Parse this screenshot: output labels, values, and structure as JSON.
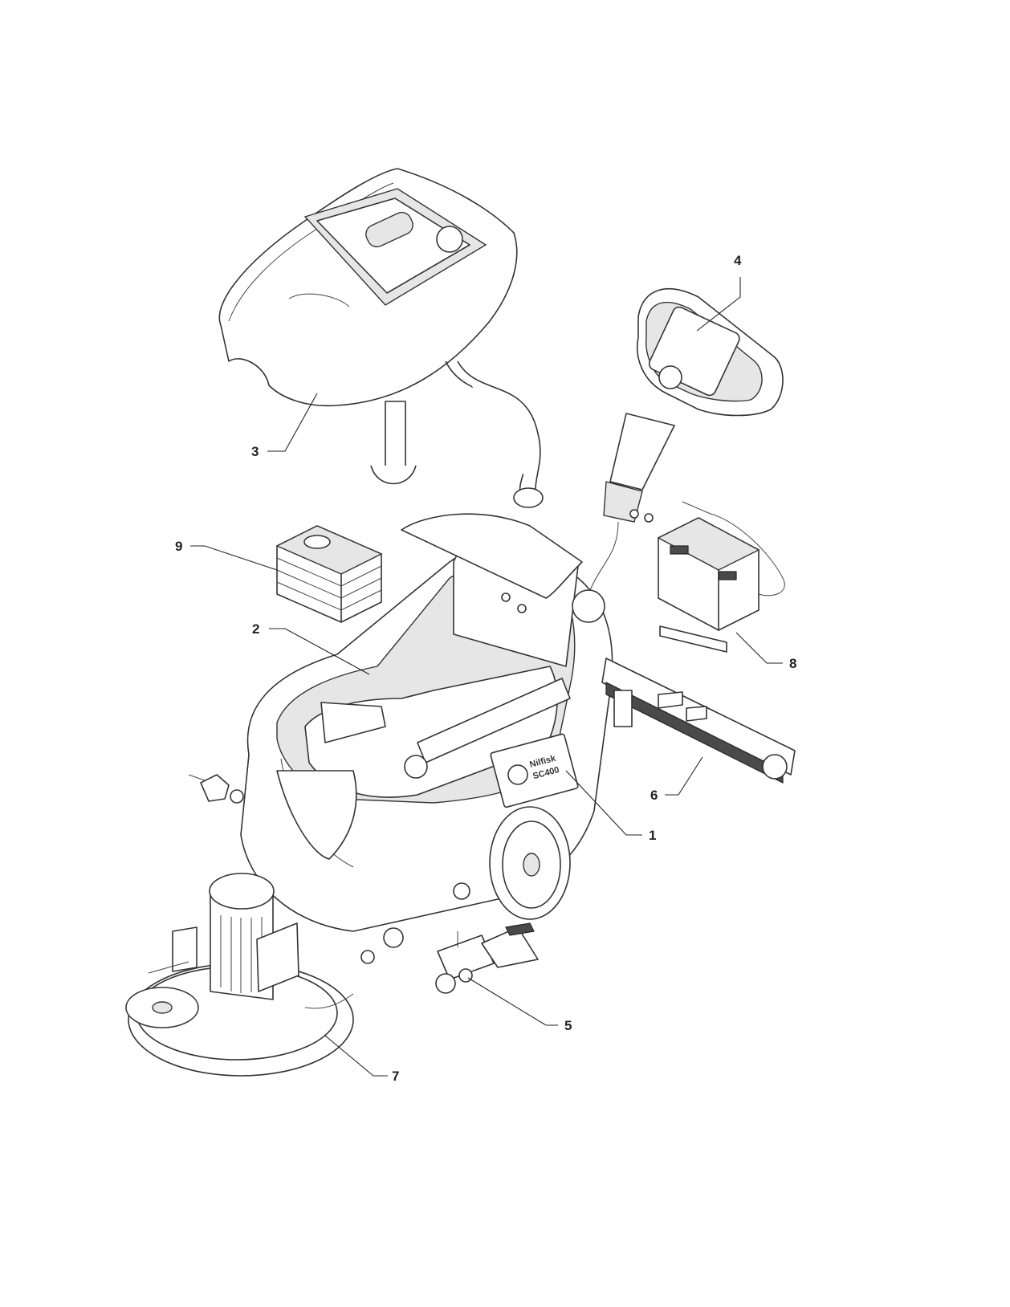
{
  "logo": {
    "brand": "Nilfisk",
    "model": "SC400"
  },
  "callouts": [
    {
      "id": "1",
      "label": "1"
    },
    {
      "id": "2",
      "label": "2"
    },
    {
      "id": "3",
      "label": "3"
    },
    {
      "id": "4",
      "label": "4"
    },
    {
      "id": "5",
      "label": "5"
    },
    {
      "id": "6",
      "label": "6"
    },
    {
      "id": "7",
      "label": "7"
    },
    {
      "id": "8",
      "label": "8"
    },
    {
      "id": "9",
      "label": "9"
    }
  ],
  "colors": {
    "line": "#333333",
    "shade": "#e6e6e6",
    "dark": "#4a4a4a",
    "background": "#ffffff"
  }
}
